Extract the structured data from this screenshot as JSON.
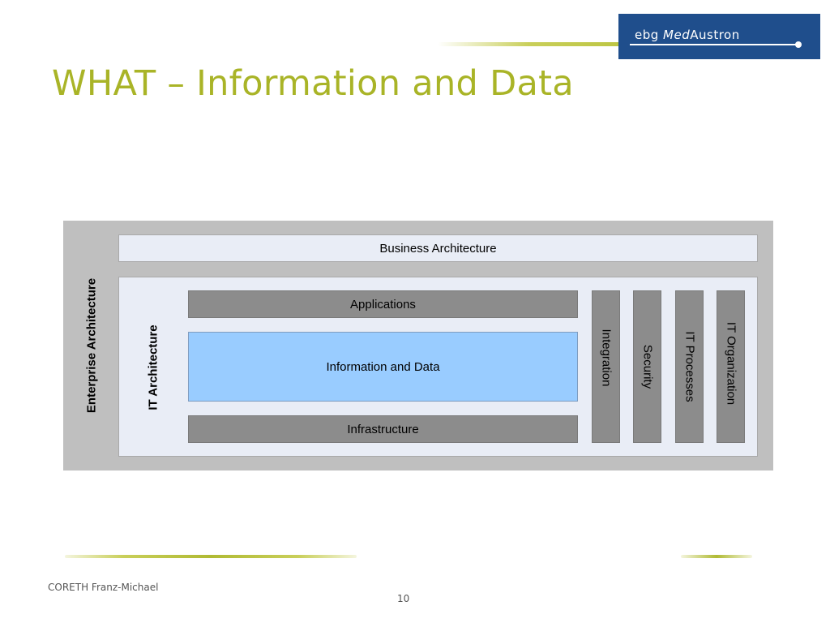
{
  "header": {
    "logo": {
      "prefix": "ebg ",
      "emphasis": "Med",
      "suffix": "Austron",
      "bg_color": "#1f4e8c"
    },
    "title": "WHAT – Information and Data",
    "accent_color": "#a9b427"
  },
  "diagram": {
    "enterprise_label": "Enterprise Architecture",
    "it_label": "IT Architecture",
    "business": "Business Architecture",
    "layers": {
      "applications": "Applications",
      "information": "Information and Data",
      "infrastructure": "Infrastructure"
    },
    "pillars": [
      "Integration",
      "Security",
      "IT Processes",
      "IT Organization"
    ],
    "colors": {
      "outer": "#bfbfbf",
      "panel": "#e9edf6",
      "layer": "#8c8c8c",
      "highlight": "#99ccff"
    }
  },
  "footer": {
    "author": "CORETH Franz-Michael",
    "page": "10"
  }
}
